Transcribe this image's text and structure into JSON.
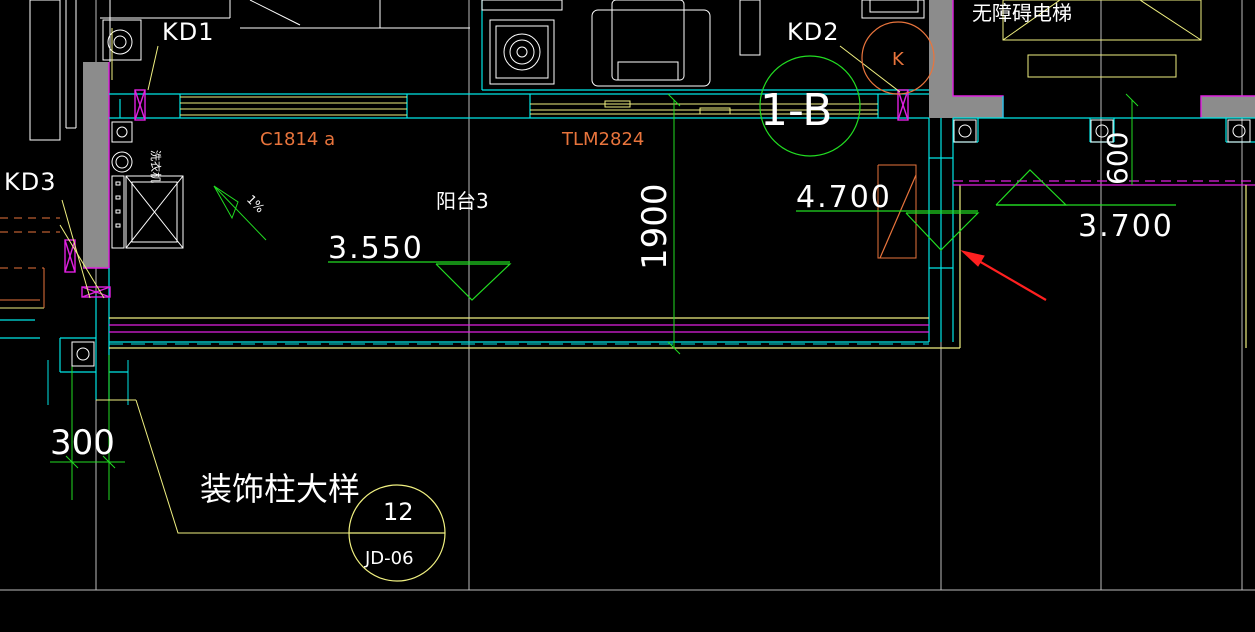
{
  "labels": {
    "kd1": "KD1",
    "kd2": "KD2",
    "kd3": "KD3",
    "elevator": "无障碍电梯",
    "window": "C1814 a",
    "door": "TLM2824",
    "room": "阳台3",
    "washer": "洗衣机",
    "grid_bubble": "1-B",
    "k_mark": "K",
    "slope_mark": "1%",
    "detail_note": "装饰柱大样"
  },
  "dimensions": {
    "height_1900": "1900",
    "width_300": "300",
    "width_600": "600"
  },
  "elevations": {
    "e1": "3.550",
    "e2": "4.700",
    "e3": "3.700"
  },
  "detail_callout": {
    "number": "12",
    "sheet": "JD-06"
  },
  "colors": {
    "background": "#000000",
    "cyan": "#00e5e5",
    "yellow": "#f0f080",
    "magenta": "#e020e0",
    "green": "#22dd22",
    "white": "#ffffff",
    "grey": "#8a8a8a",
    "orange": "#e8743c",
    "red": "#ff2020",
    "gridline": "#b4b4b4"
  }
}
